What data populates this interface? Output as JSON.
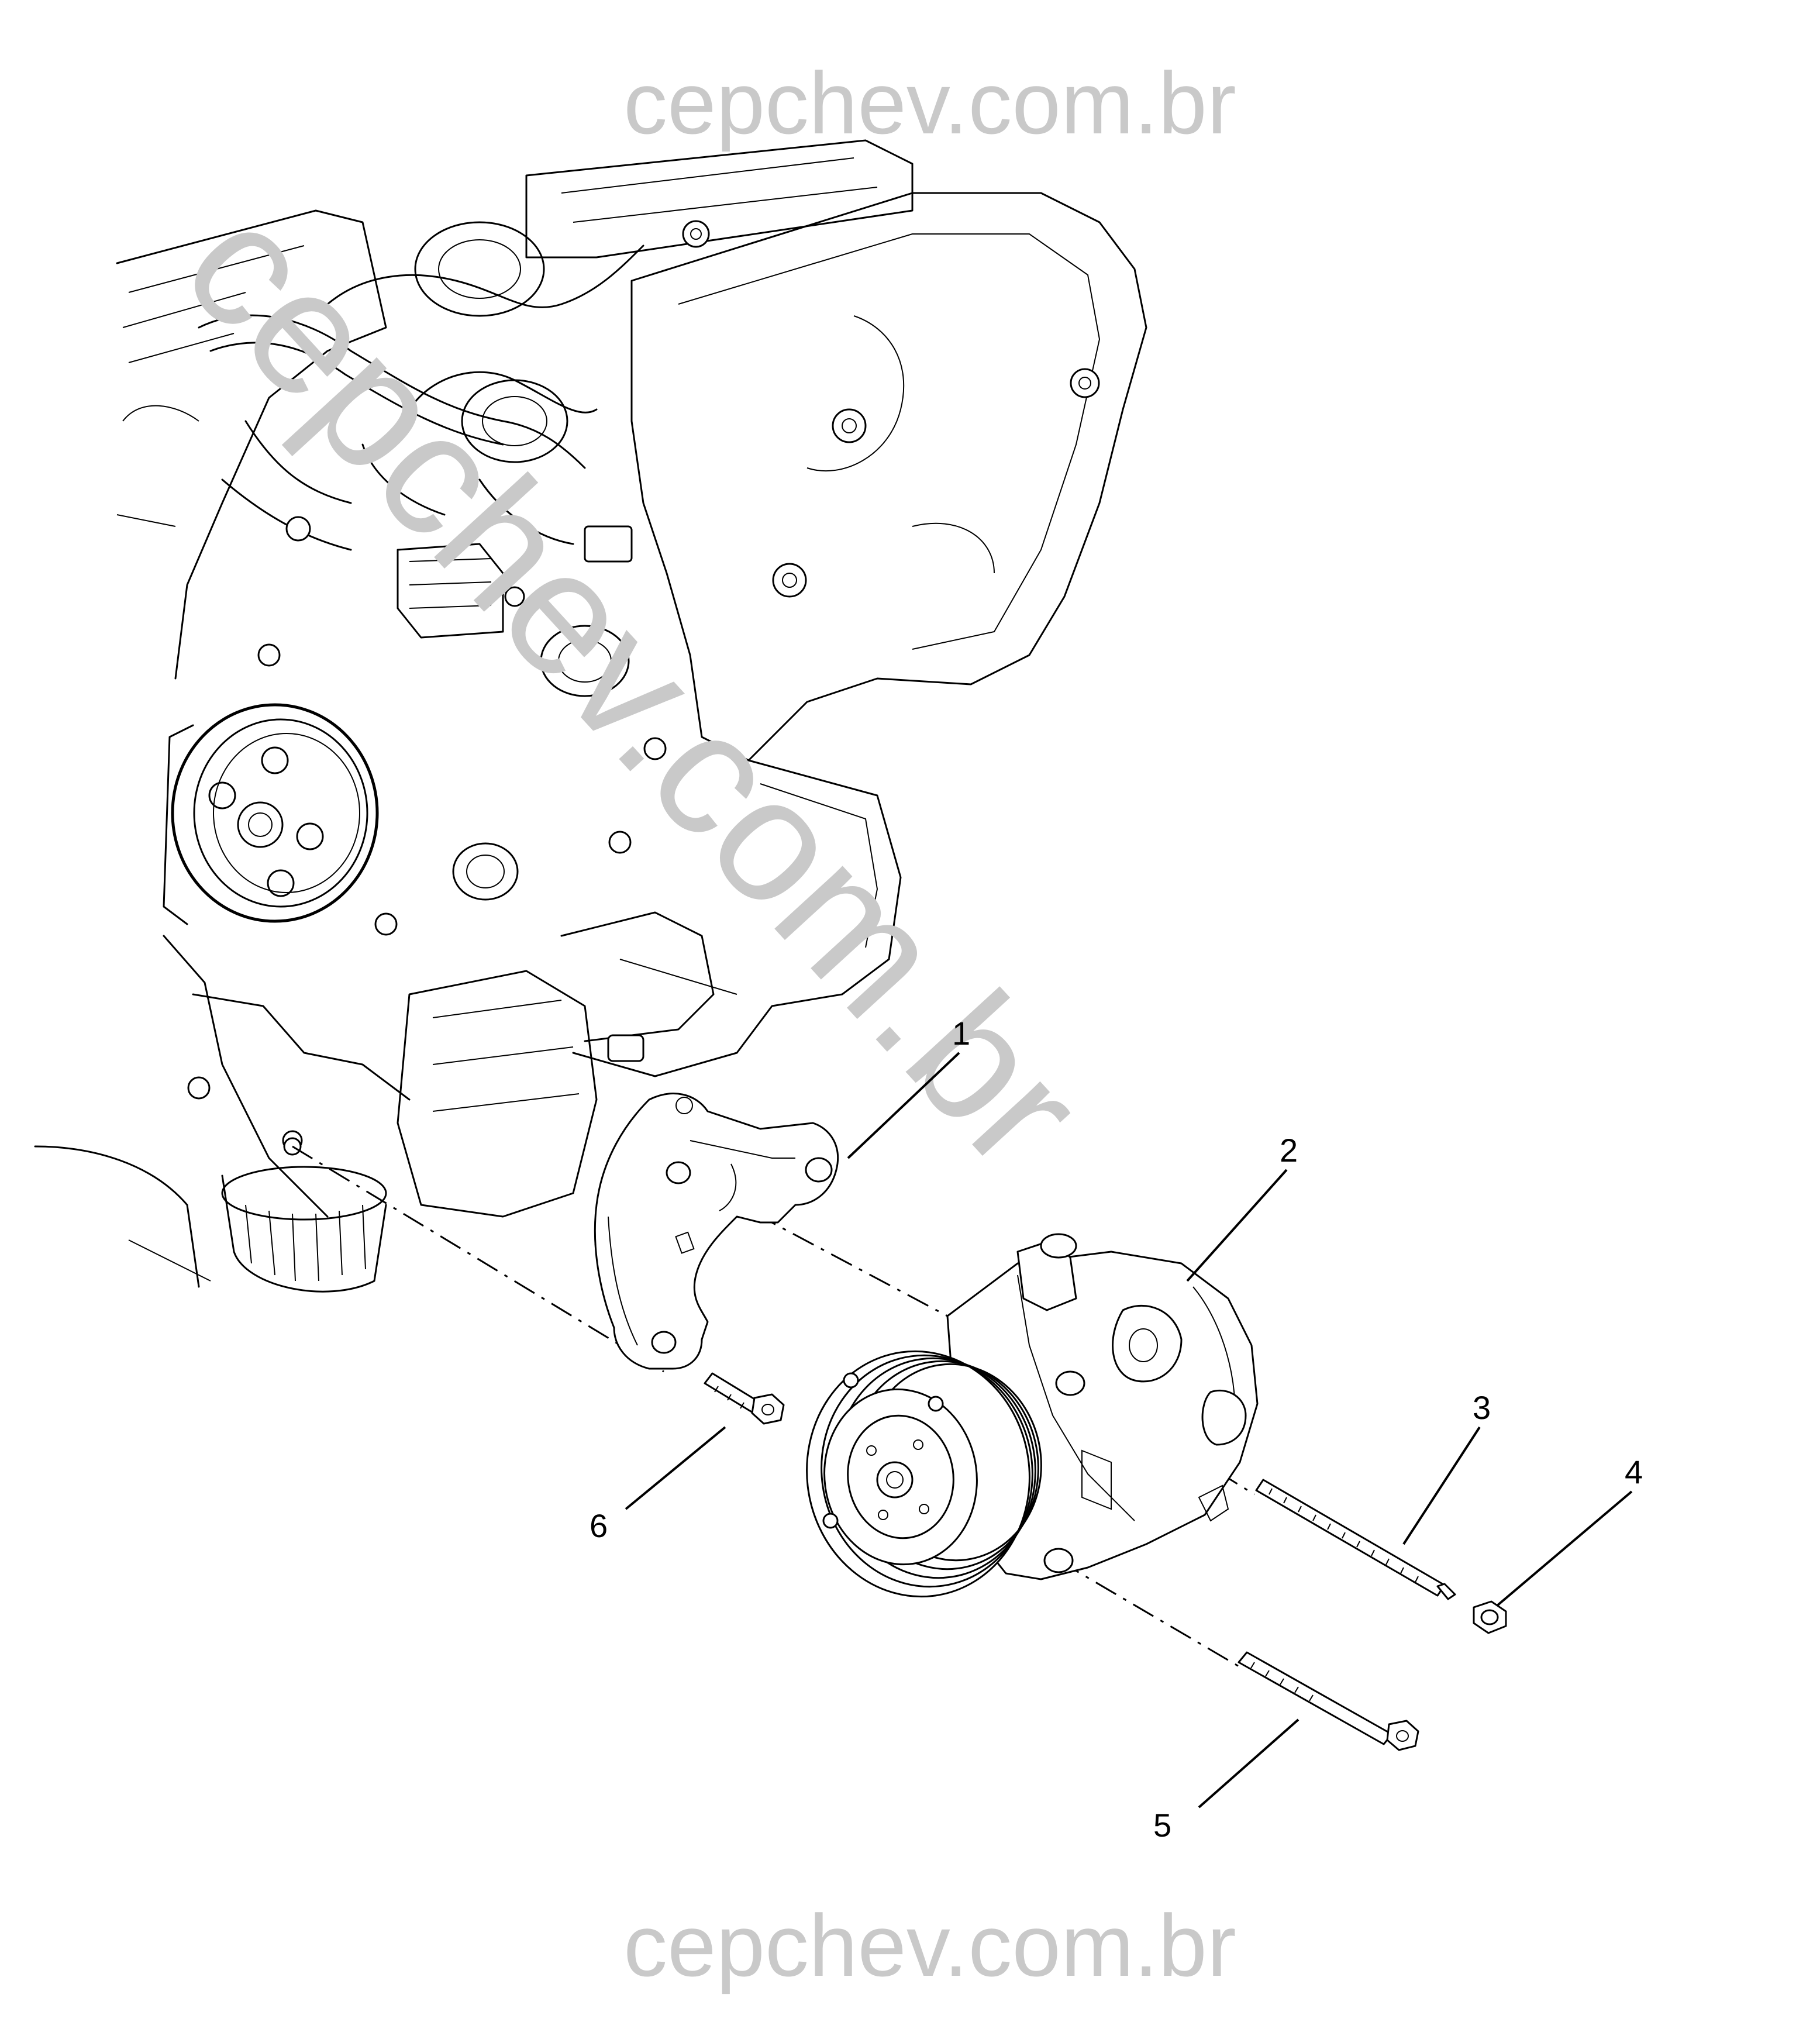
{
  "watermark": {
    "top_text": "cepchev.com.br",
    "bottom_text": "cepchev.com.br",
    "diagonal_text": "cepchev.com.br",
    "color": "#c9c9c9"
  },
  "callouts": [
    {
      "id": 1,
      "label": "1"
    },
    {
      "id": 2,
      "label": "2"
    },
    {
      "id": 3,
      "label": "3"
    },
    {
      "id": 4,
      "label": "4"
    },
    {
      "id": 5,
      "label": "5"
    },
    {
      "id": 6,
      "label": "6"
    }
  ],
  "parts": {
    "engine": "engine-assembly",
    "bracket": "compressor-mounting-bracket",
    "compressor": "ac-compressor",
    "long_stud_bolt": "stud-bolt",
    "nut": "nut",
    "long_bolt": "compressor-bolt",
    "short_bolt": "bracket-bolt"
  }
}
